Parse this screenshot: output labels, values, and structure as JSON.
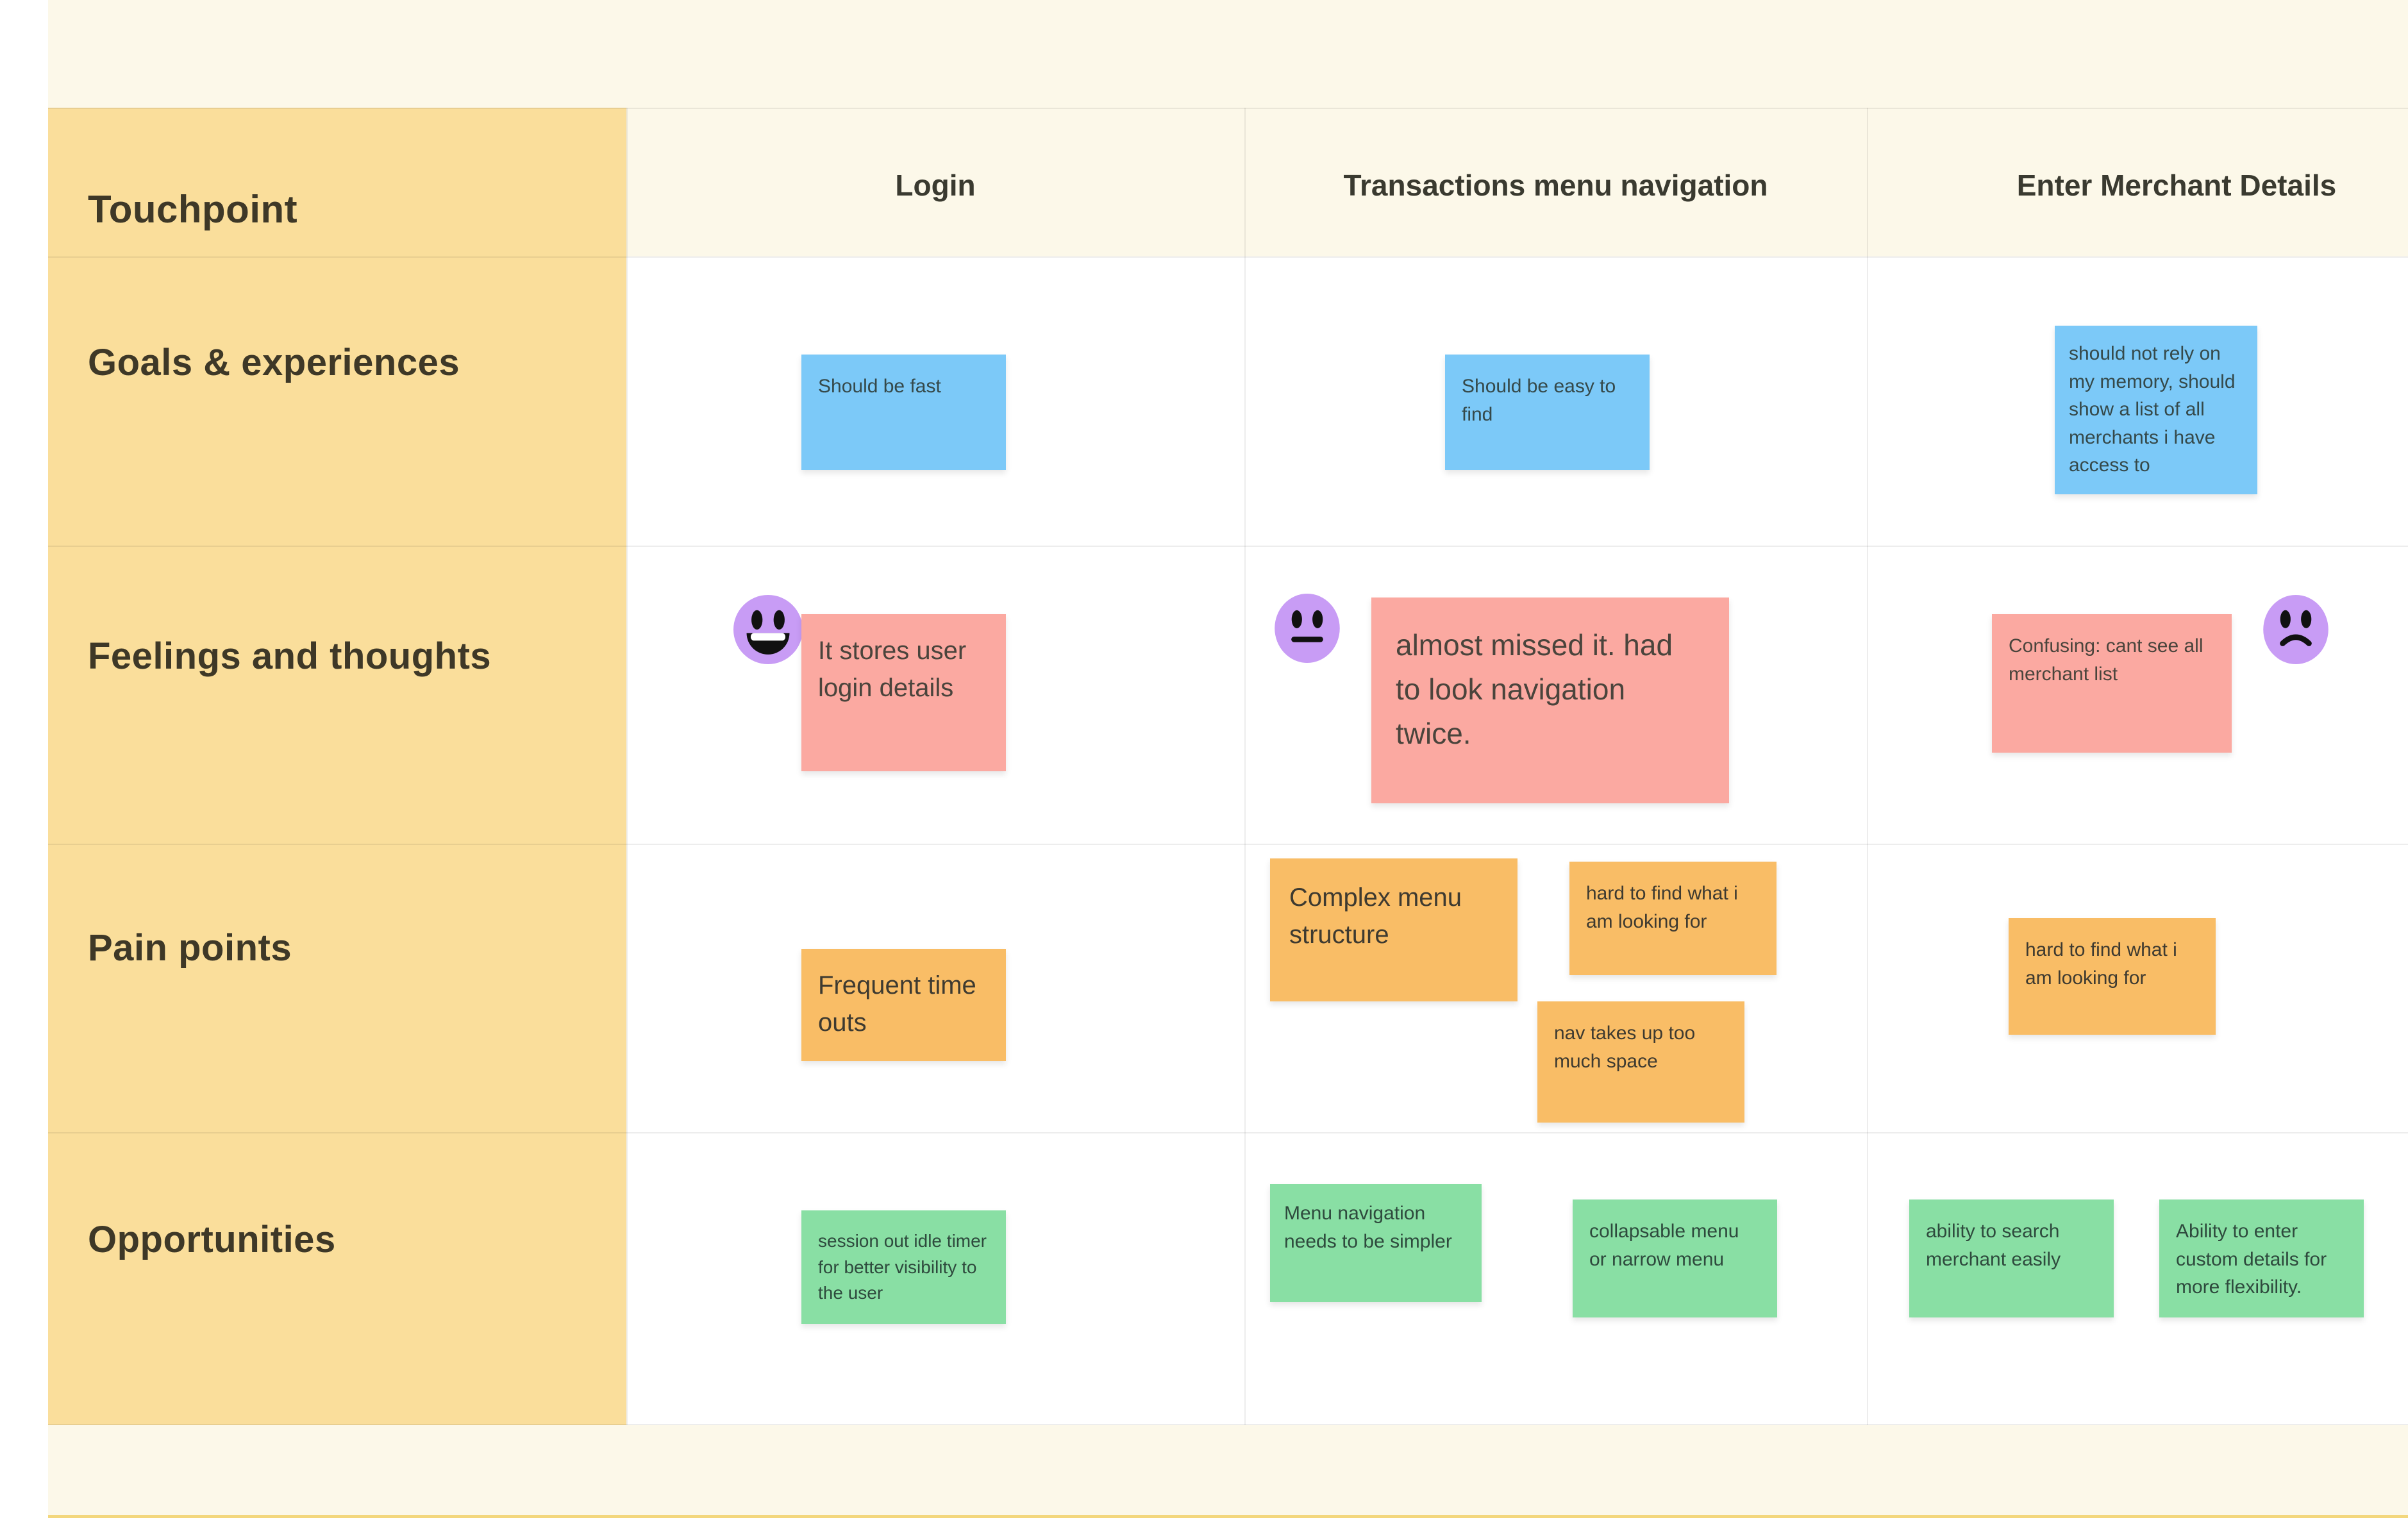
{
  "board": {
    "corner_label": "Touchpoint",
    "columns": [
      {
        "id": "login",
        "label": "Login"
      },
      {
        "id": "transactions",
        "label": "Transactions menu navigation"
      },
      {
        "id": "merchant",
        "label": "Enter Merchant Details"
      }
    ],
    "rows": [
      {
        "id": "goals",
        "label": "Goals & experiences"
      },
      {
        "id": "feelings",
        "label": "Feelings and thoughts"
      },
      {
        "id": "pain",
        "label": "Pain points"
      },
      {
        "id": "opportunities",
        "label": "Opportunities"
      }
    ],
    "stickies": [
      {
        "row": "goals",
        "column": "login",
        "color": "blue",
        "text": "Should be fast"
      },
      {
        "row": "goals",
        "column": "transactions",
        "color": "blue",
        "text": "Should be easy to find"
      },
      {
        "row": "goals",
        "column": "merchant",
        "color": "blue",
        "text": "should not rely on my memory, should show a list of all merchants i have access to"
      },
      {
        "row": "feelings",
        "column": "login",
        "color": "pink",
        "text": "It stores user login details"
      },
      {
        "row": "feelings",
        "column": "transactions",
        "color": "pink",
        "text": "almost missed it. had to look navigation twice."
      },
      {
        "row": "feelings",
        "column": "merchant",
        "color": "pink",
        "text": "Confusing: cant see all merchant list"
      },
      {
        "row": "pain",
        "column": "login",
        "color": "orange",
        "text": "Frequent time outs"
      },
      {
        "row": "pain",
        "column": "transactions",
        "color": "orange",
        "text": "Complex menu structure"
      },
      {
        "row": "pain",
        "column": "transactions",
        "color": "orange",
        "text": "hard to find what i am looking for"
      },
      {
        "row": "pain",
        "column": "transactions",
        "color": "orange",
        "text": "nav takes up too much space"
      },
      {
        "row": "pain",
        "column": "merchant",
        "color": "orange",
        "text": "hard to find what i am looking for"
      },
      {
        "row": "opportunities",
        "column": "login",
        "color": "green",
        "text": "session out idle timer for better visibility to the user"
      },
      {
        "row": "opportunities",
        "column": "transactions",
        "color": "green",
        "text": "Menu navigation needs to be simpler"
      },
      {
        "row": "opportunities",
        "column": "transactions",
        "color": "green",
        "text": "collapsable menu or narrow menu"
      },
      {
        "row": "opportunities",
        "column": "merchant",
        "color": "green",
        "text": "ability to search merchant easily"
      },
      {
        "row": "opportunities",
        "column": "merchant",
        "color": "green",
        "text": "Ability to enter custom details for more flexibility."
      }
    ],
    "emojis": [
      {
        "mood": "happy-face",
        "row": "feelings",
        "column": "login"
      },
      {
        "mood": "neutral-face",
        "row": "feelings",
        "column": "transactions"
      },
      {
        "mood": "sad-face",
        "row": "feelings",
        "column": "merchant"
      }
    ],
    "colors": {
      "board_background": "#FCF8E9",
      "label_column": "#FADE9B",
      "sticky_blue": "#7CC9F8",
      "sticky_pink": "#FBA9A1",
      "sticky_orange": "#F9BD66",
      "sticky_green": "#89DFA4",
      "emoji_purple": "#C89CF5",
      "bottom_accent": "#F3D77D"
    }
  }
}
